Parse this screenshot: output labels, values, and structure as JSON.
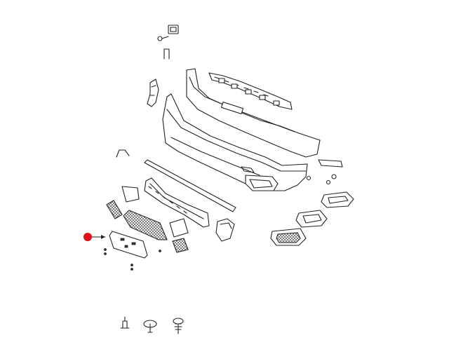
{
  "diagram": {
    "highlight_color": "#e0101a",
    "line_color": "#222222",
    "background": "#ffffff",
    "parts": [
      "clip-nut",
      "bolt",
      "bracket-u",
      "side-bracket-left",
      "rear-reinforcement",
      "bumper-fascia",
      "trim-strip",
      "lower-grille-surround",
      "tow-hook-cover-left",
      "lower-grille-mesh",
      "fog-bezel-insert-left",
      "license-plate-bracket",
      "fog-bezel-right",
      "fog-bezel-insert-right",
      "fog-grille-right",
      "side-bracket-right",
      "push-pin-clip",
      "pin-fastener",
      "washer-fastener",
      "christmas-tree-clip"
    ],
    "callout": {
      "target": "license-plate-bracket",
      "marker": "red-dot-icon"
    }
  }
}
